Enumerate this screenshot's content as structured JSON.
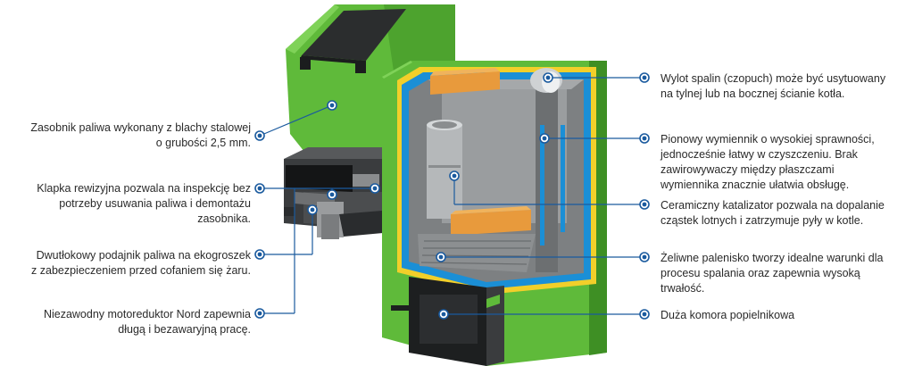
{
  "colors": {
    "accent_line": "#1a5a9e",
    "boiler_green": "#5fba3a",
    "boiler_dark_green": "#3e8f24",
    "insulation_yellow": "#f2cf2a",
    "water_jacket_blue": "#1b8fd6",
    "refractory_orange": "#e89a3c"
  },
  "left_annotations": [
    {
      "id": "hopper",
      "lines": [
        "Zasobnik paliwa wykonany z blachy stalowej",
        "o grubości 2,5 mm."
      ]
    },
    {
      "id": "inspection-flap",
      "lines": [
        "Klapka rewizyjna pozwala na inspekcję bez",
        "potrzeby usuwania paliwa i demontażu",
        "zasobnika."
      ]
    },
    {
      "id": "feeder",
      "lines": [
        "Dwutłokowy podajnik paliwa na ekogroszek",
        "z zabezpieczeniem przed cofaniem się żaru."
      ]
    },
    {
      "id": "gear-motor",
      "lines": [
        "Niezawodny motoreduktor Nord zapewnia",
        "długą i bezawaryjną pracę."
      ]
    }
  ],
  "right_annotations": [
    {
      "id": "flue-outlet",
      "lines": [
        "Wylot spalin (czopuch) może być usytuowany",
        "na tylnej lub na bocznej ścianie kotła."
      ]
    },
    {
      "id": "heat-exchanger",
      "lines": [
        "Pionowy wymiennik o wysokiej sprawności,",
        "jednocześnie łatwy w czyszczeniu. Brak",
        "zawirowywaczy między płaszczami",
        "wymiennika znacznie ułatwia obsługę."
      ]
    },
    {
      "id": "catalyst",
      "lines": [
        "Ceramiczny katalizator pozwala na dopalanie",
        "cząstek lotnych i zatrzymuje pyły w kotle."
      ]
    },
    {
      "id": "grate",
      "lines": [
        "Żeliwne palenisko tworzy idealne warunki dla",
        "procesu spalania oraz zapewnia wysoką",
        "trwałość."
      ]
    },
    {
      "id": "ash-chamber",
      "lines": [
        "Duża komora popielnikowa"
      ]
    }
  ]
}
